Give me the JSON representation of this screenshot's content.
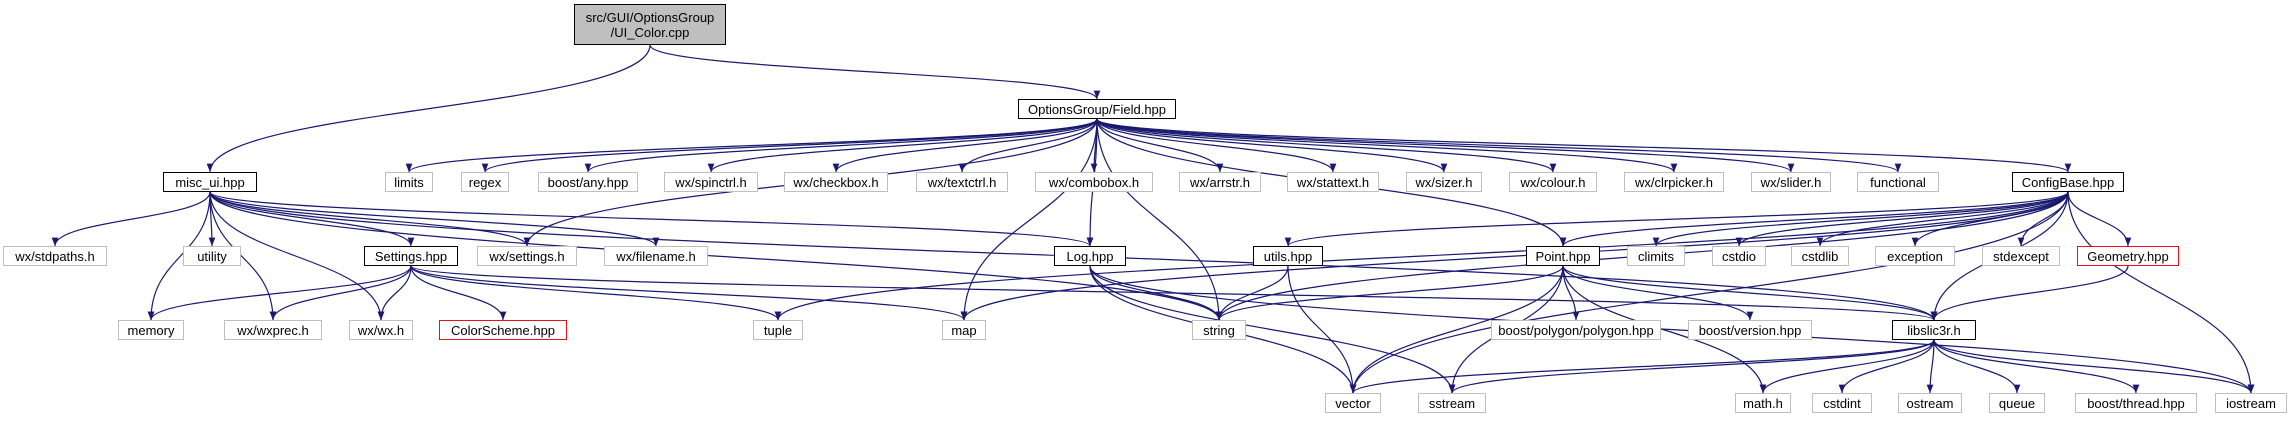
{
  "colors": {
    "edge": "#191970",
    "root_fill": "#bfbfbf",
    "light_border": "#bfbfbf",
    "strong_border": "#000000",
    "red_border": "#e0151a"
  },
  "nodes": {
    "root": {
      "line1": "src/GUI/OptionsGroup",
      "line2": "/UI_Color.cpp"
    },
    "field_hpp": "OptionsGroup/Field.hpp",
    "misc_ui_hpp": "misc_ui.hpp",
    "configbase_hpp": "ConfigBase.hpp",
    "limits": "limits",
    "regex": "regex",
    "boost_any": "boost/any.hpp",
    "wx_spinctrl": "wx/spinctrl.h",
    "wx_checkbox": "wx/checkbox.h",
    "wx_textctrl": "wx/textctrl.h",
    "wx_combobox": "wx/combobox.h",
    "wx_arrstr": "wx/arrstr.h",
    "wx_stattext": "wx/stattext.h",
    "wx_sizer": "wx/sizer.h",
    "wx_colour": "wx/colour.h",
    "wx_clrpicker": "wx/clrpicker.h",
    "wx_slider": "wx/slider.h",
    "functional": "functional",
    "wx_stdpaths": "wx/stdpaths.h",
    "utility": "utility",
    "settings_hpp": "Settings.hpp",
    "wx_settings": "wx/settings.h",
    "wx_filename": "wx/filename.h",
    "log_hpp": "Log.hpp",
    "utils_hpp": "utils.hpp",
    "point_hpp": "Point.hpp",
    "climits": "climits",
    "cstdio": "cstdio",
    "cstdlib": "cstdlib",
    "exception": "exception",
    "stdexcept": "stdexcept",
    "geometry_hpp": "Geometry.hpp",
    "memory": "memory",
    "wx_wxprec": "wx/wxprec.h",
    "wx_wx": "wx/wx.h",
    "colorscheme_hpp": "ColorScheme.hpp",
    "tuple": "tuple",
    "map": "map",
    "string": "string",
    "boost_polygon": "boost/polygon/polygon.hpp",
    "boost_version": "boost/version.hpp",
    "libslic3r_h": "libslic3r.h",
    "vector": "vector",
    "sstream": "sstream",
    "math_h": "math.h",
    "cstdint": "cstdint",
    "ostream": "ostream",
    "queue": "queue",
    "boost_thread": "boost/thread.hpp",
    "iostream": "iostream"
  },
  "edges": [
    [
      "root",
      "field_hpp"
    ],
    [
      "root",
      "misc_ui_hpp"
    ],
    [
      "field_hpp",
      "limits"
    ],
    [
      "field_hpp",
      "regex"
    ],
    [
      "field_hpp",
      "boost_any"
    ],
    [
      "field_hpp",
      "wx_spinctrl"
    ],
    [
      "field_hpp",
      "wx_checkbox"
    ],
    [
      "field_hpp",
      "wx_textctrl"
    ],
    [
      "field_hpp",
      "wx_combobox"
    ],
    [
      "field_hpp",
      "wx_arrstr"
    ],
    [
      "field_hpp",
      "wx_stattext"
    ],
    [
      "field_hpp",
      "wx_sizer"
    ],
    [
      "field_hpp",
      "wx_colour"
    ],
    [
      "field_hpp",
      "wx_clrpicker"
    ],
    [
      "field_hpp",
      "wx_slider"
    ],
    [
      "field_hpp",
      "functional"
    ],
    [
      "field_hpp",
      "configbase_hpp"
    ],
    [
      "field_hpp",
      "log_hpp"
    ],
    [
      "field_hpp",
      "string"
    ],
    [
      "field_hpp",
      "map"
    ],
    [
      "field_hpp",
      "point_hpp"
    ],
    [
      "field_hpp",
      "wx_settings"
    ],
    [
      "misc_ui_hpp",
      "wx_stdpaths"
    ],
    [
      "misc_ui_hpp",
      "utility"
    ],
    [
      "misc_ui_hpp",
      "memory"
    ],
    [
      "misc_ui_hpp",
      "wx_wxprec"
    ],
    [
      "misc_ui_hpp",
      "wx_wx"
    ],
    [
      "misc_ui_hpp",
      "settings_hpp"
    ],
    [
      "misc_ui_hpp",
      "wx_settings"
    ],
    [
      "misc_ui_hpp",
      "wx_filename"
    ],
    [
      "misc_ui_hpp",
      "log_hpp"
    ],
    [
      "misc_ui_hpp",
      "string"
    ],
    [
      "misc_ui_hpp",
      "libslic3r_h"
    ],
    [
      "settings_hpp",
      "memory"
    ],
    [
      "settings_hpp",
      "wx_wxprec"
    ],
    [
      "settings_hpp",
      "wx_wx"
    ],
    [
      "settings_hpp",
      "colorscheme_hpp"
    ],
    [
      "settings_hpp",
      "tuple"
    ],
    [
      "settings_hpp",
      "map"
    ],
    [
      "settings_hpp",
      "libslic3r_h"
    ],
    [
      "configbase_hpp",
      "utils_hpp"
    ],
    [
      "configbase_hpp",
      "point_hpp"
    ],
    [
      "configbase_hpp",
      "climits"
    ],
    [
      "configbase_hpp",
      "cstdio"
    ],
    [
      "configbase_hpp",
      "cstdlib"
    ],
    [
      "configbase_hpp",
      "exception"
    ],
    [
      "configbase_hpp",
      "stdexcept"
    ],
    [
      "configbase_hpp",
      "geometry_hpp"
    ],
    [
      "configbase_hpp",
      "libslic3r_h"
    ],
    [
      "configbase_hpp",
      "iostream"
    ],
    [
      "configbase_hpp",
      "string"
    ],
    [
      "configbase_hpp",
      "vector"
    ],
    [
      "configbase_hpp",
      "map"
    ],
    [
      "configbase_hpp",
      "tuple"
    ],
    [
      "log_hpp",
      "string"
    ],
    [
      "log_hpp",
      "vector"
    ],
    [
      "log_hpp",
      "sstream"
    ],
    [
      "log_hpp",
      "iostream"
    ],
    [
      "utils_hpp",
      "string"
    ],
    [
      "utils_hpp",
      "vector"
    ],
    [
      "point_hpp",
      "string"
    ],
    [
      "point_hpp",
      "vector"
    ],
    [
      "point_hpp",
      "sstream"
    ],
    [
      "point_hpp",
      "boost_polygon"
    ],
    [
      "point_hpp",
      "boost_version"
    ],
    [
      "point_hpp",
      "libslic3r_h"
    ],
    [
      "point_hpp",
      "math_h"
    ],
    [
      "geometry_hpp",
      "libslic3r_h"
    ],
    [
      "libslic3r_h",
      "vector"
    ],
    [
      "libslic3r_h",
      "sstream"
    ],
    [
      "libslic3r_h",
      "math_h"
    ],
    [
      "libslic3r_h",
      "cstdint"
    ],
    [
      "libslic3r_h",
      "ostream"
    ],
    [
      "libslic3r_h",
      "queue"
    ],
    [
      "libslic3r_h",
      "boost_thread"
    ],
    [
      "libslic3r_h",
      "iostream"
    ]
  ]
}
